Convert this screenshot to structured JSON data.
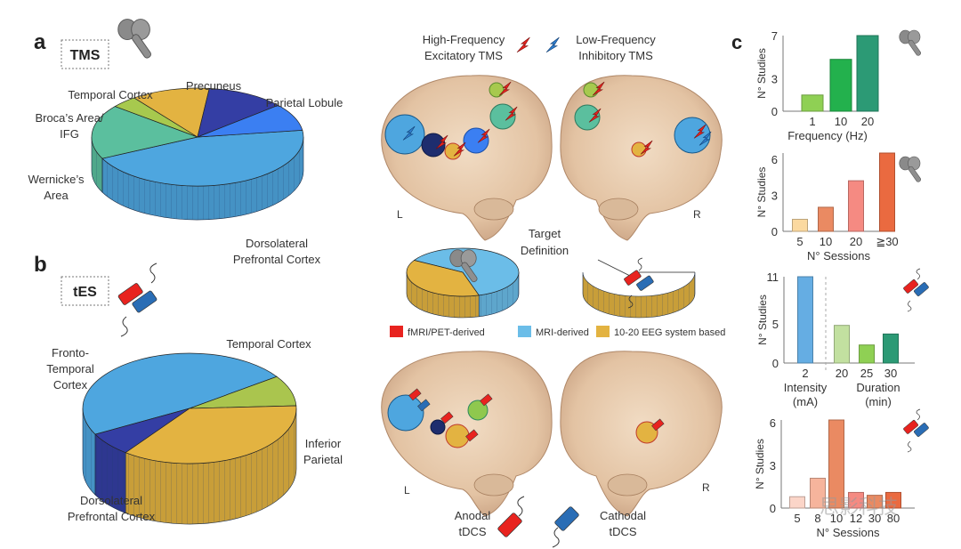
{
  "panels": {
    "a": {
      "letter": "a",
      "modality": "TMS",
      "pie_labels": [
        "Precuneus",
        "Temporal Cortex",
        "Parietal Lobule",
        "Broca’s Area/",
        "IFG",
        "Wernicke’s",
        "Area",
        "Dorsolateral",
        "Prefrontal Cortex"
      ]
    },
    "b": {
      "letter": "b",
      "modality": "tES",
      "pie_labels": [
        "Temporal Cortex",
        "Fronto-",
        "Temporal",
        "Cortex",
        "Inferior",
        "Parietal",
        "Dorsolateral",
        "Prefrontal Cortex"
      ]
    },
    "c": {
      "letter": "c"
    }
  },
  "center": {
    "tms_legend": {
      "high_line1": "High-Frequency",
      "high_line2": "Excitatory TMS",
      "low_line1": "Low-Frequency",
      "low_line2": "Inhibitory TMS",
      "high_color": "#e8231f",
      "low_color": "#2f7fd0"
    },
    "hemisphere_left": "L",
    "hemisphere_right": "R",
    "target_title_1": "Target",
    "target_title_2": "Definition",
    "target_legend": [
      {
        "label": "fMRI/PET-derived",
        "color": "#e8231f"
      },
      {
        "label": "MRI-derived",
        "color": "#6bbde8"
      },
      {
        "label": "10-20 EEG system based",
        "color": "#e3b341"
      }
    ],
    "tdcs_legend": {
      "anodal_1": "Anodal",
      "anodal_2": "tDCS",
      "cathodal_1": "Cathodal",
      "cathodal_2": "tDCS",
      "anodal_color": "#e8231f",
      "cathodal_color": "#2a6db5"
    },
    "tms_target_pie": {
      "MRI-derived": 0.62,
      "10-20 EEG system based": 0.38
    },
    "tes_target_pie": {
      "10-20 EEG system based": 1.0
    }
  },
  "chart_data": [
    {
      "type": "pie",
      "title": "TMS target regions",
      "categories": [
        "Dorsolateral Prefrontal Cortex",
        "Parietal Lobule",
        "Precuneus",
        "Temporal Cortex",
        "Broca’s Area/IFG",
        "Wernicke’s Area"
      ],
      "values": [
        45,
        18,
        4,
        12,
        12,
        9
      ],
      "colors": [
        "#4ea6df",
        "#5bbf9e",
        "#a7c94e",
        "#e3b341",
        "#343ea4",
        "#3b7ff2"
      ]
    },
    {
      "type": "pie",
      "title": "tES target regions",
      "categories": [
        "Dorsolateral Prefrontal Cortex",
        "Inferior Parietal",
        "Temporal Cortex",
        "Fronto-Temporal Cortex"
      ],
      "values": [
        48,
        9,
        36,
        7
      ],
      "colors": [
        "#4ea6df",
        "#aac54e",
        "#e3b341",
        "#343ea4"
      ]
    },
    {
      "type": "bar",
      "title": "TMS frequency",
      "categories": [
        "1",
        "10",
        "20"
      ],
      "values": [
        1.5,
        4.8,
        7
      ],
      "colors": [
        "#8fd054",
        "#23b14d",
        "#2c9a75"
      ],
      "xlabel": "Frequency (Hz)",
      "ylabel": "N° Studies",
      "yticks": [
        0,
        3,
        7
      ],
      "ylim": [
        0,
        7
      ]
    },
    {
      "type": "bar",
      "title": "TMS sessions",
      "categories": [
        "5",
        "10",
        "20",
        "≧30"
      ],
      "values": [
        1,
        2,
        4.2,
        6.5
      ],
      "colors": [
        "#fbd9a0",
        "#ea8a62",
        "#f58a82",
        "#ea6a40"
      ],
      "xlabel": "N° Sessions",
      "ylabel": "N° Studies",
      "yticks": [
        0,
        3,
        6
      ],
      "ylim": [
        0,
        6.5
      ]
    },
    {
      "type": "bar",
      "title": "tES intensity and duration",
      "categories": [
        "2",
        "20",
        "25",
        "30"
      ],
      "groups": [
        {
          "label_1": "Intensity",
          "label_2": "(mA)",
          "members": [
            "2"
          ]
        },
        {
          "label_1": "Duration",
          "label_2": "(min)",
          "members": [
            "20",
            "25",
            "30"
          ]
        }
      ],
      "values": [
        11,
        4.8,
        2.3,
        3.7
      ],
      "colors": [
        "#65ade3",
        "#c2e0a0",
        "#8fd054",
        "#2c9a75"
      ],
      "ylabel": "N° Studies",
      "yticks": [
        0,
        5,
        11
      ],
      "ylim": [
        0,
        11
      ]
    },
    {
      "type": "bar",
      "title": "tES sessions",
      "categories": [
        "5",
        "8",
        "10",
        "12",
        "30",
        "80"
      ],
      "values": [
        0.8,
        2.1,
        6.2,
        1.1,
        0.9,
        1.1
      ],
      "colors": [
        "#fbd5c8",
        "#f6b49c",
        "#ea8a62",
        "#f58a82",
        "#ea8a62",
        "#ea6a40"
      ],
      "xlabel": "N° Sessions",
      "ylabel": "N° Studies",
      "yticks": [
        0,
        3,
        6
      ],
      "ylim": [
        0,
        6.2
      ]
    }
  ],
  "watermark": "思影科技"
}
